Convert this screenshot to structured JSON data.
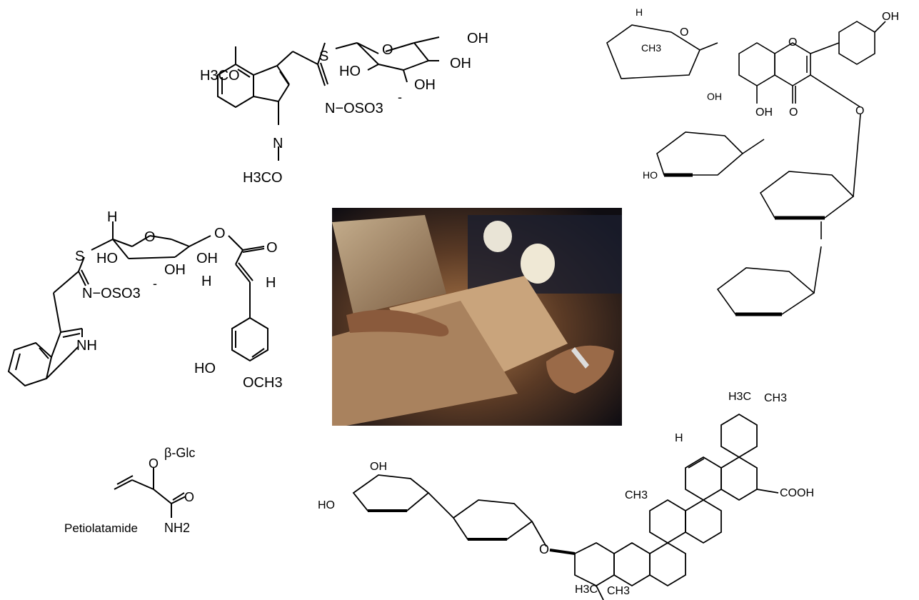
{
  "molecules": {
    "glucosinolate_top": {
      "labels": {
        "methoxy1": "H3CO",
        "methoxy2": "H3CO",
        "n": "N",
        "s": "S",
        "ho": "HO",
        "oh1": "OH",
        "oh2": "OH",
        "oh3": "OH",
        "ring_o": "O",
        "oxime": "N−OSO3",
        "charge": "-"
      }
    },
    "glucosinolate_left": {
      "labels": {
        "h": "H",
        "s": "S",
        "ho": "HO",
        "oh1": "OH",
        "oh2": "OH",
        "o1": "O",
        "o2": "O",
        "o3": "O",
        "h2": "H",
        "h3": "H",
        "oxime": "N−OSO3",
        "charge": "-",
        "nh": "NH",
        "ho2": "HO",
        "och3": "OCH3"
      }
    },
    "flavonoid_glycoside": {
      "labels": {
        "oh_top": "OH",
        "oh_5": "OH",
        "keto": "O",
        "ring_o1": "O",
        "ring_o2": "O",
        "ch3": "CH3",
        "h": "H",
        "ho": "HO",
        "oh": "OH",
        "bridge_o": "O"
      }
    },
    "petiolatamide": {
      "name": "Petiolatamide",
      "labels": {
        "glc": "β-Glc",
        "o": "O",
        "carbonyl_o": "O",
        "nh2": "NH2"
      }
    },
    "saponin": {
      "labels": {
        "h3c1": "H3C",
        "ch3_1": "CH3",
        "h": "H",
        "cooh": "COOH",
        "ch3": "CH3",
        "h3c2": "H3C",
        "ch3_2": "CH3",
        "oh": "OH",
        "ho": "HO",
        "o": "O"
      }
    }
  },
  "photo": {
    "subject": "hands-writing-on-papers"
  }
}
